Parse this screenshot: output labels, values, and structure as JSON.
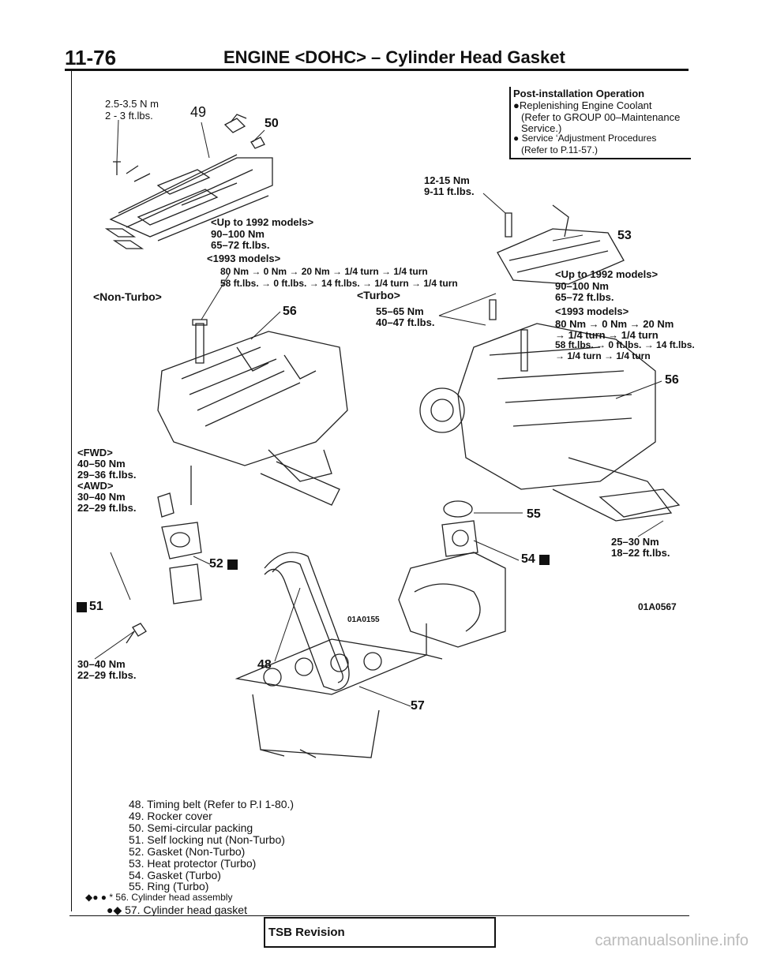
{
  "header": {
    "page_number": "11-76",
    "title": "ENGINE <DOHC> – Cylinder Head Gasket"
  },
  "post_install": {
    "heading": "Post-installation Operation",
    "line1": "●Replenishing Engine Coolant",
    "line2": "(Refer to GROUP 00–Maintenance",
    "line3": "Service.)",
    "line4": "● Service ‘Adjustment Procedures",
    "line5": "(Refer to P.11-57.)"
  },
  "torques": {
    "t_cover_1": "2.5-3.5 N m",
    "t_cover_2": "2 - 3 ft.lbs.",
    "t_heat_1": "12-15 Nm",
    "t_heat_2": "9-11 ft.lbs.",
    "t_head_na_1": "<Up to 1992 models>",
    "t_head_na_2": "90–100 Nm",
    "t_head_na_3": "65–72 ft.lbs.",
    "t_head_na_4": "<1993 models>",
    "t_head_na_5": "80 Nm → 0 Nm → 20 Nm → 1/4 turn → 1/4 turn",
    "t_head_na_6": "58 ft.lbs. → 0 ft.lbs. → 14 ft.lbs. → 1/4 turn → 1/4 turn",
    "t_head_tb_1": "<Up to 1992 models>",
    "t_head_tb_2": "90–100 Nm",
    "t_head_tb_3": "65–72 ft.lbs.",
    "t_head_tb_4": "<1993 models>",
    "t_head_tb_5": "80 Nm → 0 Nm → 20 Nm",
    "t_head_tb_6": "→ 1/4 turn → 1/4 turn",
    "t_head_tb_7": "58 ft.lbs. → 0 ft.lbs. → 14 ft.lbs.",
    "t_head_tb_8": "→ 1/4 turn → 1/4 turn",
    "t_turbo_1": "55–65 Nm",
    "t_turbo_2": "40–47 ft.lbs.",
    "t_fwd": "<FWD>",
    "t_fwd_1": "40–50 Nm",
    "t_fwd_2": "29–36 ft.lbs.",
    "t_awd": "<AWD>",
    "t_awd_1": "30–40 Nm",
    "t_awd_2": "22–29 ft.lbs.",
    "t_nut_1": "30–40 Nm",
    "t_nut_2": "22–29 ft.lbs.",
    "t_ring_1": "25–30 Nm",
    "t_ring_2": "18–22 ft.lbs."
  },
  "variants": {
    "non_turbo": "<Non-Turbo>",
    "turbo": "<Turbo>"
  },
  "callouts": {
    "c48": "48",
    "c49": "49",
    "c50": "50",
    "c51": "51",
    "c52": "52",
    "c53": "53",
    "c54": "54",
    "c55": "55",
    "c56a": "56",
    "c56b": "56",
    "c57": "57"
  },
  "figure_ids": {
    "fig1": "01A0155",
    "fig2": "01A0567"
  },
  "legend": [
    "48. Timing belt (Refer to P.I 1-80.)",
    "49. Rocker cover",
    "50. Semi-circular packing",
    "51. Self locking nut (Non-Turbo)",
    "52. Gasket (Non-Turbo)",
    "53. Heat protector (Turbo)",
    "54. Gasket (Turbo)",
    "55. Ring (Turbo)",
    "◆● ● * 56. Cylinder head assembly",
    "●◆ 57. Cylinder head gasket"
  ],
  "footer": {
    "tsb": "TSB Revision",
    "watermark": "carmanualsonline.info"
  }
}
